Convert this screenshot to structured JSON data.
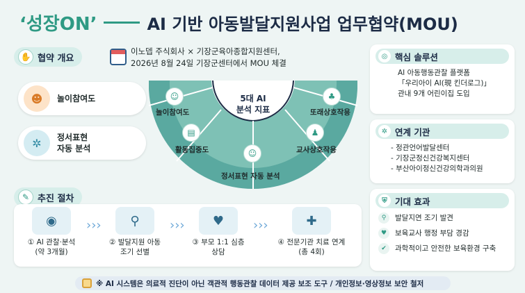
{
  "header": {
    "title_left": "‘성장ON’",
    "title_right": "AI 기반 아동발달지원사업 업무협약(MOU)"
  },
  "overview": {
    "label": "협약 개요",
    "line1": "이노뎁 주식회사 × 기장군육아종합지원센터,",
    "line2": "2026년 8월 24일 기장군센터에서 MOU 체결"
  },
  "side_indicators": [
    {
      "label": "놀이참여도"
    },
    {
      "label_line1": "정서표현",
      "label_line2": "자동 분석"
    }
  ],
  "arc": {
    "center_line1": "5대 AI",
    "center_line2": "분석 지표",
    "segments": [
      "놀이참여도",
      "활동집중도",
      "정서표현 자동 분석",
      "교사상호작용",
      "또래상호작용"
    ]
  },
  "process": {
    "label": "추진 절차",
    "steps": [
      {
        "line1": "① AI 관찰·분석",
        "line2": "(약 3개월)"
      },
      {
        "line1": "② 발달지원 아동",
        "line2": "조기 선별"
      },
      {
        "line1": "③ 부모 1:1 심층",
        "line2": "상담"
      },
      {
        "line1": "④ 전문기관 치료 연계",
        "line2": "(총 4회)"
      }
    ]
  },
  "solution": {
    "label": "핵심 솔루션",
    "line1": "AI 아동행동관찰 플랫폼",
    "line2": "「우리아이 AI(現 킨더로그)」",
    "line3": "관내 9개 어린이집 도입"
  },
  "partners": {
    "label": "연계 기관",
    "items": [
      "- 정관언어발달센터",
      "- 기장군정신건강복지센터",
      "- 부산아이정신건강의학과의원"
    ]
  },
  "effects": {
    "label": "기대 효과",
    "items": [
      "발달지연 조기 발견",
      "보육교사 행정 부담 경감",
      "과학적이고 안전한 보육환경 구축"
    ]
  },
  "footer": {
    "text": "※ AI 시스템은 의료적 진단이 아닌 객관적 행동관찰 데이터 제공 보조 도구 / 개인정보·영상정보 보안 철저"
  },
  "colors": {
    "accent": "#2f9a84",
    "navy": "#1c2b45",
    "background": "#eef5f4"
  }
}
